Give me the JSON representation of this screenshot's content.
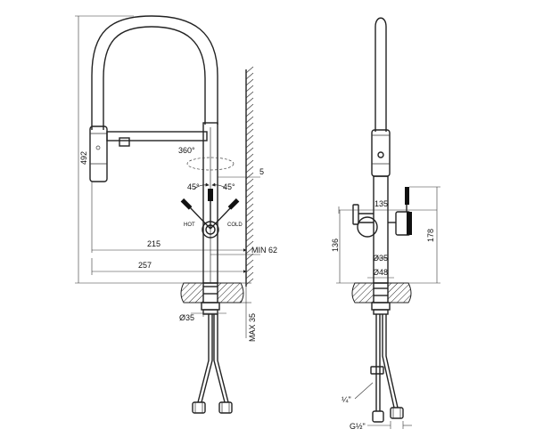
{
  "front_view": {
    "height_492": "492",
    "rotation": "360°",
    "angle_left": "45°",
    "angle_right": "45°",
    "hot": "HOT",
    "cold": "COLD",
    "dim_5": "5",
    "dim_215": "215",
    "dim_min62": "MIN 62",
    "dim_257": "257",
    "dim_d35": "Ø35",
    "dim_max35": "MAX 35"
  },
  "side_view": {
    "dim_135": "135",
    "dim_136": "136",
    "dim_178": "178",
    "dim_d35": "Ø35",
    "dim_d48": "Ø48",
    "hose_quarter": "¼\"",
    "thread_g": "G½\""
  }
}
